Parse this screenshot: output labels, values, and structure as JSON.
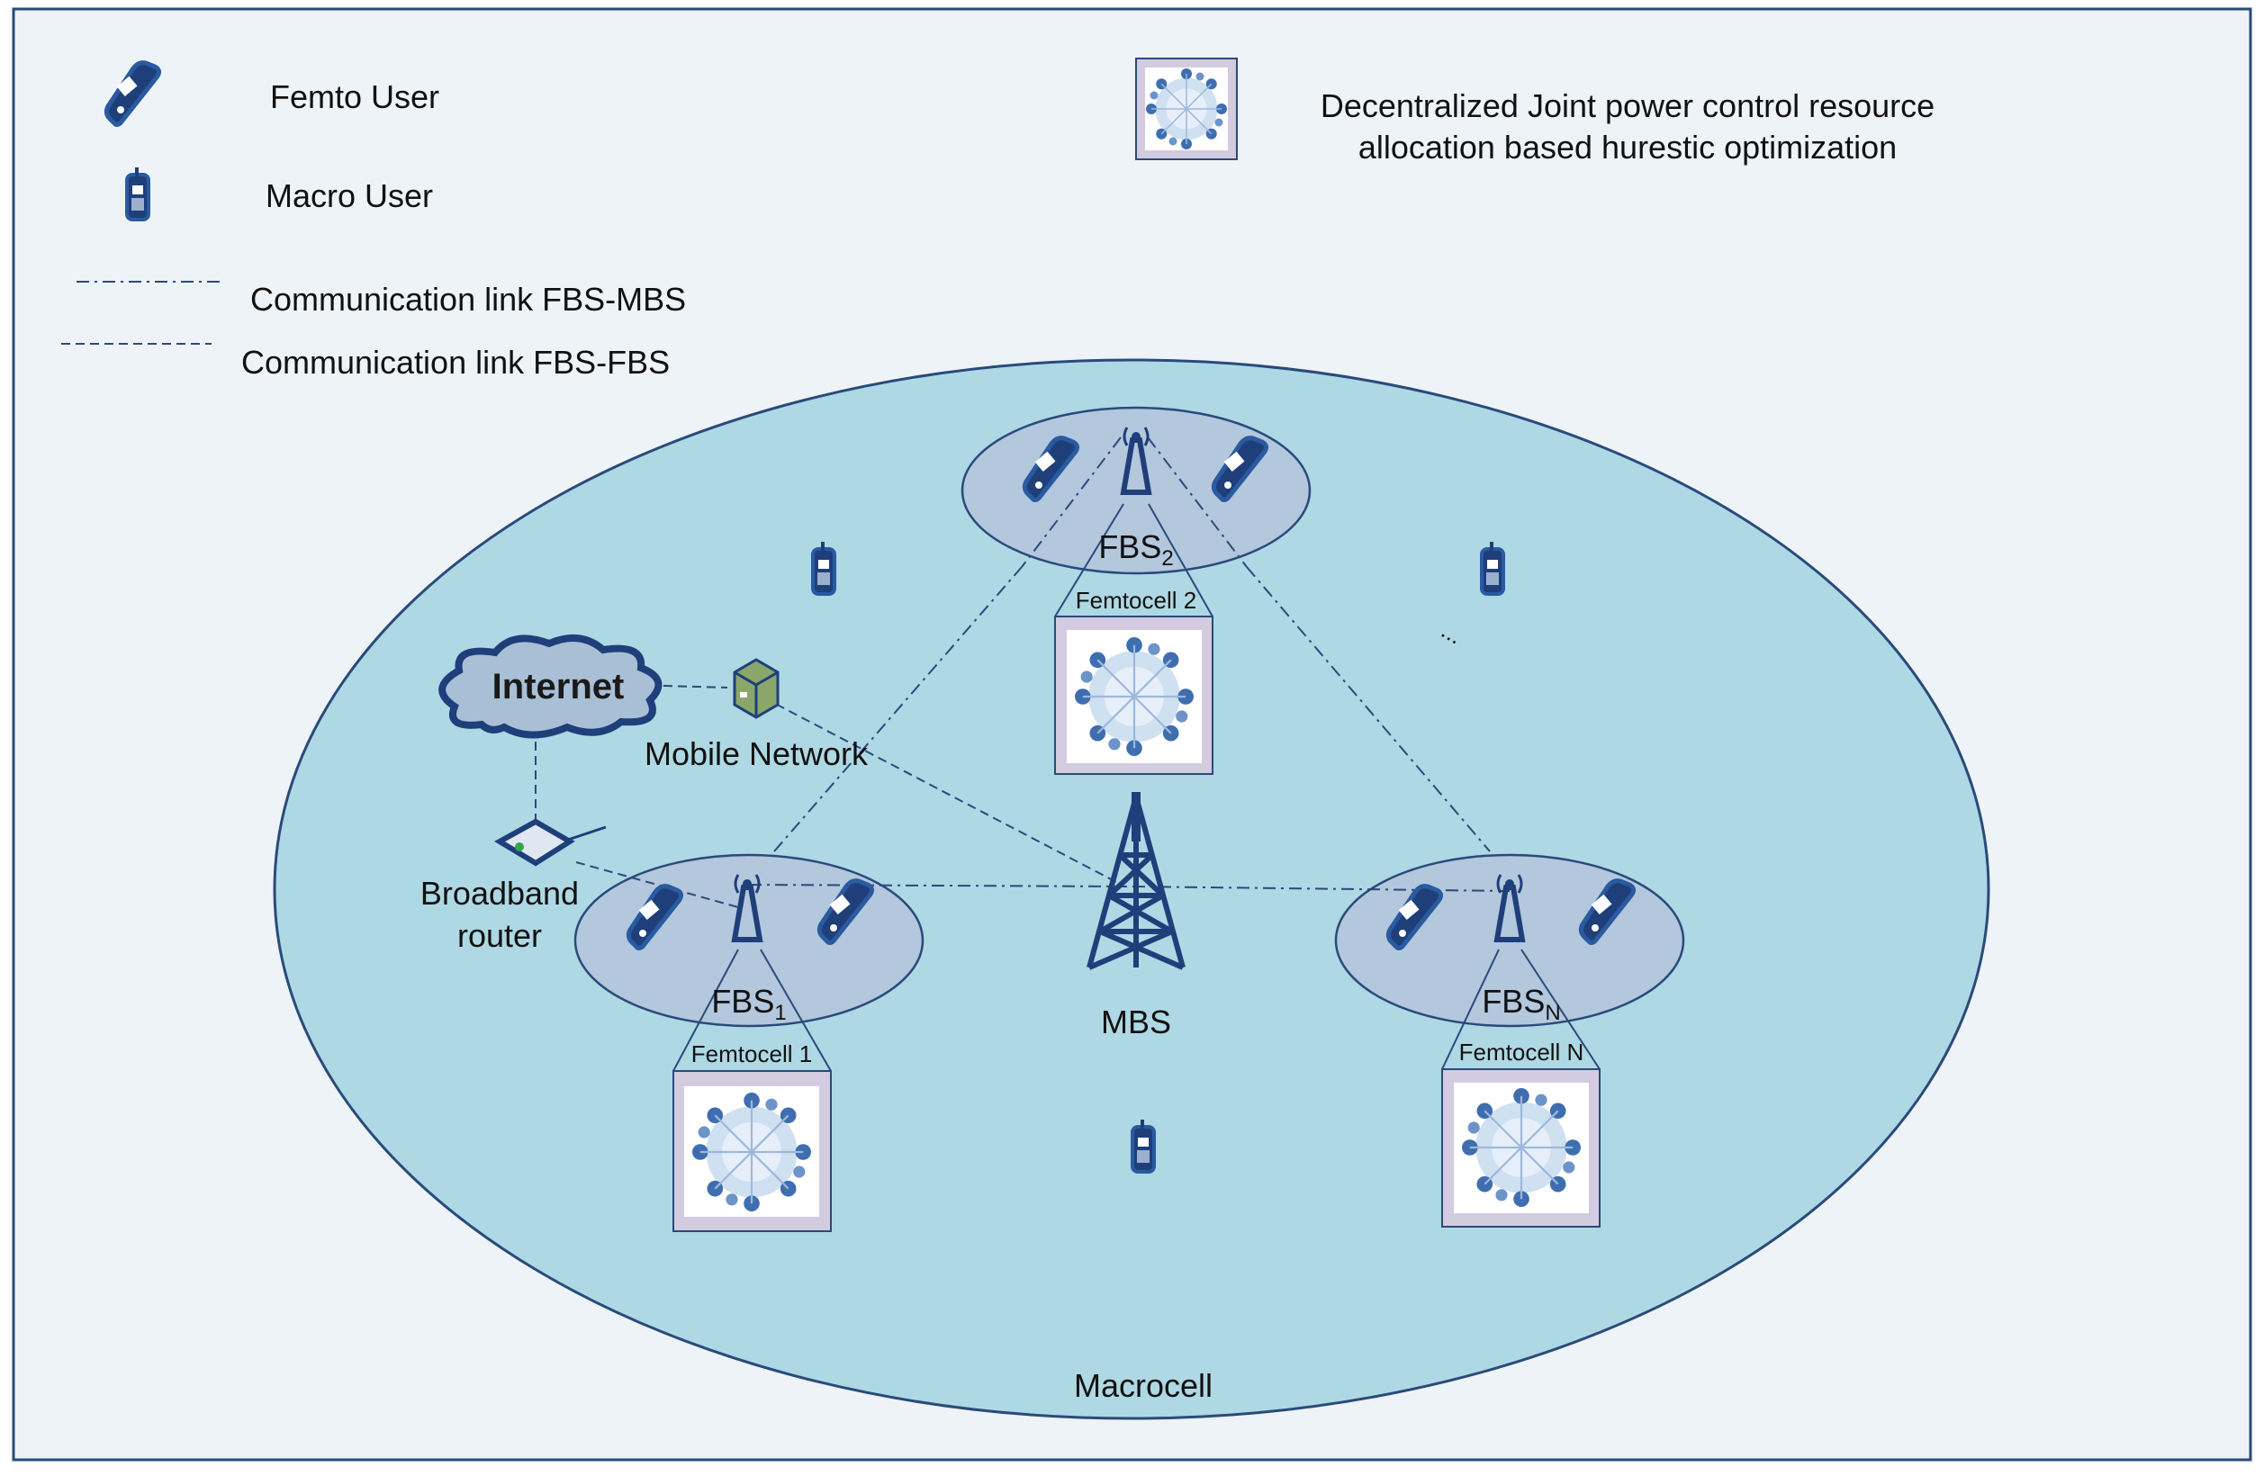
{
  "legend": {
    "femto_user": "Femto User",
    "macro_user": "Macro User",
    "link_fbs_mbs": "Communication link FBS-MBS",
    "link_fbs_fbs": "Communication link FBS-FBS",
    "optimization_line1": "Decentralized Joint power control resource",
    "optimization_line2": "allocation based hurestic optimization"
  },
  "network": {
    "internet": "Internet",
    "mobile_network": "Mobile Network",
    "router_line1": "Broadband",
    "router_line2": "router",
    "mbs": "MBS",
    "macrocell": "Macrocell",
    "ellipsis": "..."
  },
  "femtocells": [
    {
      "fbs_base": "FBS",
      "fbs_sub": "1",
      "cell_label": "Femtocell 1"
    },
    {
      "fbs_base": "FBS",
      "fbs_sub": "2",
      "cell_label": "Femtocell 2"
    },
    {
      "fbs_base": "FBS",
      "fbs_sub": "N",
      "cell_label": "Femtocell N"
    }
  ],
  "colors": {
    "background": "#eef3f8",
    "macrocell_fill": "#aed8e4",
    "femtocell_fill": "#b3c7dd",
    "outline": "#2a4a7a",
    "tower": "#1f3f7a",
    "internet_cloud": "#a9bfd6",
    "optimization_frame": "#d3cbe0"
  }
}
